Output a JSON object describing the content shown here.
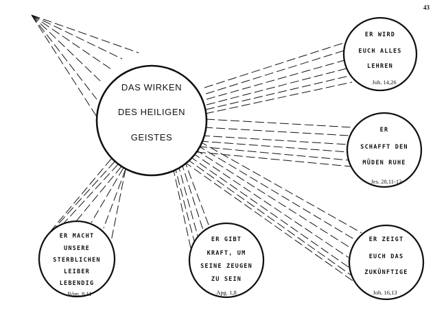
{
  "page_number": "43",
  "center": {
    "lines": [
      "DAS WIRKEN",
      "DES HEILIGEN",
      "GEISTES"
    ]
  },
  "satellites": [
    {
      "id": "lehren",
      "lines": [
        "ER WIRD",
        "EUCH ALLES",
        "LEHREN"
      ],
      "ref": "Joh. 14,26"
    },
    {
      "id": "ruhe",
      "lines": [
        "ER",
        "SCHAFFT DEN",
        "MÜDEN RUHE"
      ],
      "ref": "Jes. 28,11-12"
    },
    {
      "id": "zukunft",
      "lines": [
        "ER ZEIGT",
        "EUCH DAS",
        "ZUKÜNFTIGE"
      ],
      "ref": "Joh. 16,13"
    },
    {
      "id": "zeugen",
      "lines": [
        "ER GIBT",
        "KRAFT, UM",
        "SEINE ZEUGEN",
        "ZU SEIN"
      ],
      "ref": "Apg. 1,8"
    },
    {
      "id": "leben",
      "lines": [
        "ER MACHT",
        "UNSERE",
        "STERBLICHEN",
        "LEIBER",
        "LEBENDIG"
      ],
      "ref": "Röm. 8,11"
    }
  ]
}
